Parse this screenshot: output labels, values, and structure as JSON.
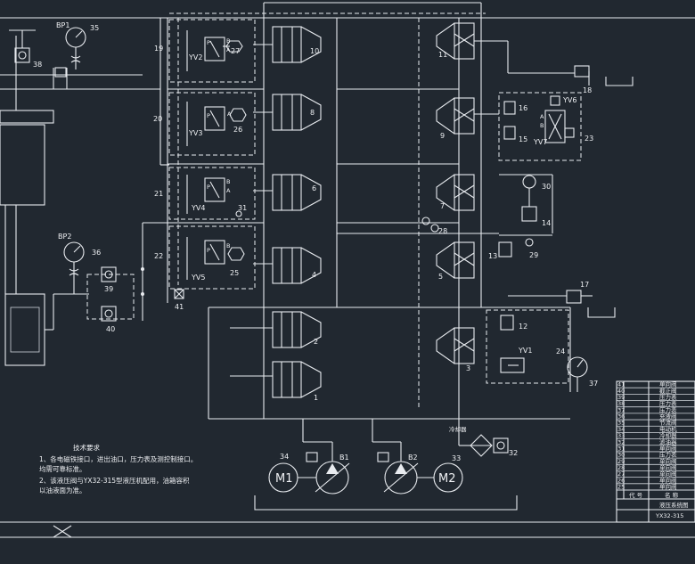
{
  "labels": {
    "n1": "1",
    "n2": "2",
    "n3": "3",
    "n4": "4",
    "n5": "5",
    "n6": "6",
    "n7": "7",
    "n8": "8",
    "n9": "9",
    "n10": "10",
    "n11": "11",
    "n12": "12",
    "n13": "13",
    "n14": "14",
    "n15": "15",
    "n16": "16",
    "n17": "17",
    "n18": "18",
    "n19": "19",
    "n20": "20",
    "n21": "21",
    "n22": "22",
    "n23": "23",
    "n24": "24",
    "n25": "25",
    "n26": "26",
    "n27": "27",
    "n28": "28",
    "n29": "29",
    "n30": "30",
    "n31": "31",
    "n32": "32",
    "n33": "33",
    "n34": "34",
    "n35": "35",
    "n36": "36",
    "n37": "37",
    "n38": "38",
    "n39": "39",
    "n40": "40",
    "n41": "41",
    "bp1": "BP1",
    "bp2": "BP2",
    "yv1": "YV1",
    "yv2": "YV2",
    "yv3": "YV3",
    "yv4": "YV4",
    "yv5": "YV5",
    "yv6": "YV6",
    "yv7": "YV7",
    "b1": "B1",
    "b2": "B2",
    "m1": "M1",
    "m2": "M2",
    "port_p": "P",
    "port_a": "A",
    "port_b": "B"
  },
  "notes": {
    "title": "技术要求",
    "line1": "1、各电磁铁接口，进出油口，压力表及测控制接口。",
    "line2": "   均需可靠标准。",
    "line3": "2、该液压阀与YX32-315型液压机配用，油箱容积",
    "line4": "   以油液面为准。"
  },
  "title_block": {
    "code_header": "代 号",
    "name_header": "名 称",
    "rows": [
      {
        "code": "41",
        "name": "单向阀"
      },
      {
        "code": "40",
        "name": "截止阀"
      },
      {
        "code": "39",
        "name": "压力表"
      },
      {
        "code": "38",
        "name": "压力表"
      },
      {
        "code": "37",
        "name": "压力表"
      },
      {
        "code": "36",
        "name": "充液阀"
      },
      {
        "code": "35",
        "name": "节流阀"
      },
      {
        "code": "34",
        "name": "电动机"
      },
      {
        "code": "33",
        "name": "冷却器"
      },
      {
        "code": "32",
        "name": "滤油器"
      },
      {
        "code": "31",
        "name": "单向阀"
      },
      {
        "code": "30",
        "name": "压力表"
      },
      {
        "code": "29",
        "name": "单向阀"
      },
      {
        "code": "28",
        "name": "单向阀"
      },
      {
        "code": "27",
        "name": "单向阀"
      },
      {
        "code": "26",
        "name": "单向阀"
      },
      {
        "code": "25",
        "name": "单向阀"
      }
    ],
    "drawing_name": "液压系统图",
    "drawing_sub": "YX32-315"
  },
  "cooler_label": "冷却器"
}
